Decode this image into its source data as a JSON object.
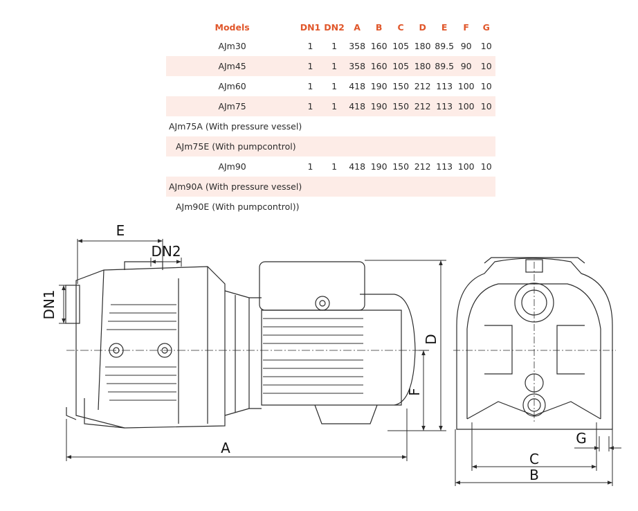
{
  "table": {
    "headers": [
      "Models",
      "DN1",
      "DN2",
      "A",
      "B",
      "C",
      "D",
      "E",
      "F",
      "G"
    ],
    "rows": [
      {
        "model": "AJm30",
        "values": [
          "1",
          "1",
          "358",
          "160",
          "105",
          "180",
          "89.5",
          "90",
          "10"
        ],
        "shaded": false
      },
      {
        "model": "AJm45",
        "values": [
          "1",
          "1",
          "358",
          "160",
          "105",
          "180",
          "89.5",
          "90",
          "10"
        ],
        "shaded": true
      },
      {
        "model": "AJm60",
        "values": [
          "1",
          "1",
          "418",
          "190",
          "150",
          "212",
          "113",
          "100",
          "10"
        ],
        "shaded": false
      },
      {
        "model": "AJm75",
        "values": [
          "1",
          "1",
          "418",
          "190",
          "150",
          "212",
          "113",
          "100",
          "10"
        ],
        "shaded": true
      },
      {
        "note": "AJm75A (With pressure vessel)",
        "shaded": false,
        "indent": false
      },
      {
        "note": "AJm75E (With pumpcontrol)",
        "shaded": true,
        "indent": true
      },
      {
        "model": "AJm90",
        "values": [
          "1",
          "1",
          "418",
          "190",
          "150",
          "212",
          "113",
          "100",
          "10"
        ],
        "shaded": false
      },
      {
        "note": "AJm90A (With pressure vessel)",
        "shaded": true,
        "indent": false
      },
      {
        "note": "AJm90E (With pumpcontrol))",
        "shaded": false,
        "indent": true
      }
    ]
  },
  "drawing": {
    "labels": {
      "E": "E",
      "DN2": "DN2",
      "DN1": "DN1",
      "A": "A",
      "D": "D",
      "F": "F",
      "C": "C",
      "B": "B",
      "G": "G"
    }
  },
  "colors": {
    "header": "#e0572b",
    "row_shade": "#fdece7",
    "line": "#2b2b2b"
  }
}
